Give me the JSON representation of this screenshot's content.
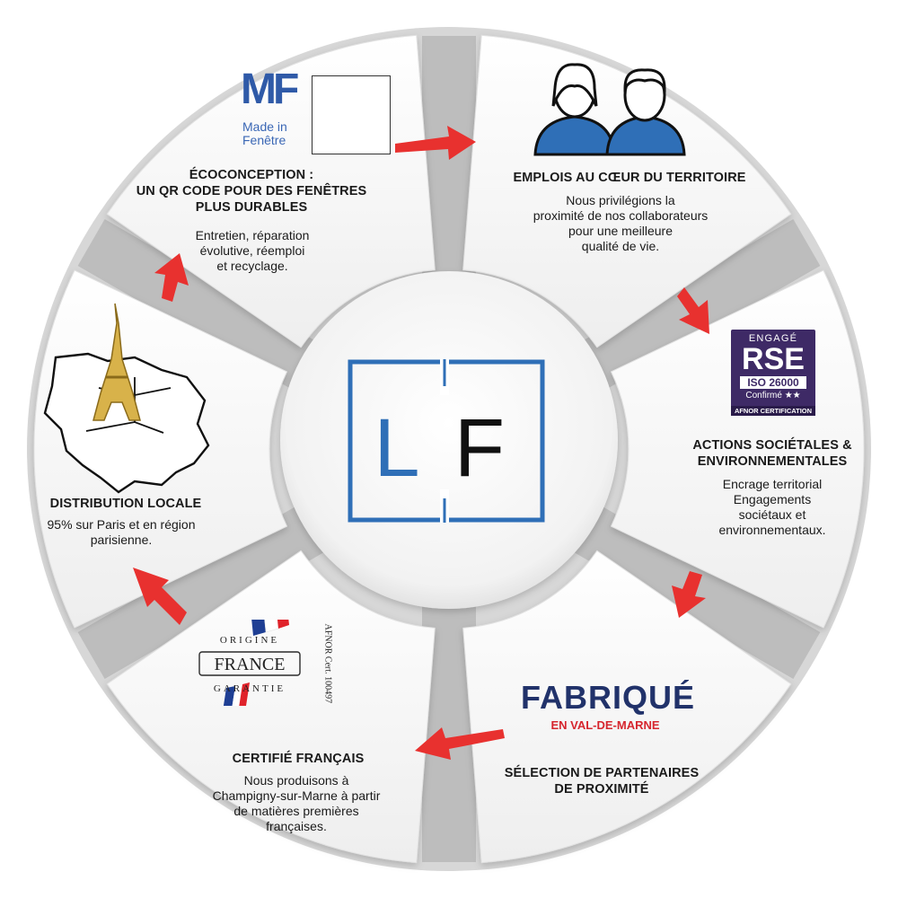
{
  "center_logo": {
    "letters": [
      "L",
      "F"
    ]
  },
  "colors": {
    "accent_blue": "#2f6fb7",
    "arrow_red": "#e8312f",
    "rse_purple": "#3e2a66",
    "fabrique_navy": "#21326a",
    "fabrique_red": "#d6262e"
  },
  "segments": {
    "ecoconception": {
      "logo_text": "MF",
      "logo_sub_1": "Made in",
      "logo_sub_2": "Fenêtre",
      "title_lines": [
        "ÉCOCONCEPTION :",
        "UN QR CODE POUR DES FENÊTRES",
        "PLUS DURABLES"
      ],
      "body_lines": [
        "Entretien, réparation",
        "évolutive, réemploi",
        "et recyclage."
      ],
      "icon": "qr-code-icon"
    },
    "emplois": {
      "icon": "employees-icon",
      "title_lines": [
        "EMPLOIS AU CŒUR DU TERRITOIRE"
      ],
      "body_lines": [
        "Nous privilégions la",
        "proximité de nos collaborateurs",
        "pour une meilleure",
        "qualité de vie."
      ]
    },
    "actions": {
      "badge": {
        "engage": "ENGAGÉ",
        "rse": "RSE",
        "iso": "ISO 26000",
        "confirme": "Confirmé ★★",
        "afnor": "AFNOR CERTIFICATION"
      },
      "title_lines": [
        "ACTIONS SOCIÉTALES &",
        "ENVIRONNEMENTALES"
      ],
      "body_lines": [
        "Encrage territorial",
        "Engagements",
        "sociétaux et",
        "environnementaux."
      ]
    },
    "selection": {
      "brand": "FABRIQUÉ",
      "brand_sub": "EN VAL-DE-MARNE",
      "title_lines": [
        "SÉLECTION DE PARTENAIRES",
        "DE PROXIMITÉ"
      ]
    },
    "certifie": {
      "seal_top": "ORIGINE",
      "seal_main": "FRANCE",
      "seal_bottom": "GARANTIE",
      "cert": "AFNOR Cert. 100497",
      "title_lines": [
        "CERTIFIÉ FRANÇAIS"
      ],
      "body_lines": [
        "Nous produisons à",
        "Champigny-sur-Marne à partir",
        "de matières premières",
        "françaises."
      ]
    },
    "distribution": {
      "icon": "eiffel-tower-icon",
      "title_lines": [
        "DISTRIBUTION LOCALE"
      ],
      "body_lines": [
        "95% sur Paris et en région",
        "parisienne."
      ]
    }
  }
}
